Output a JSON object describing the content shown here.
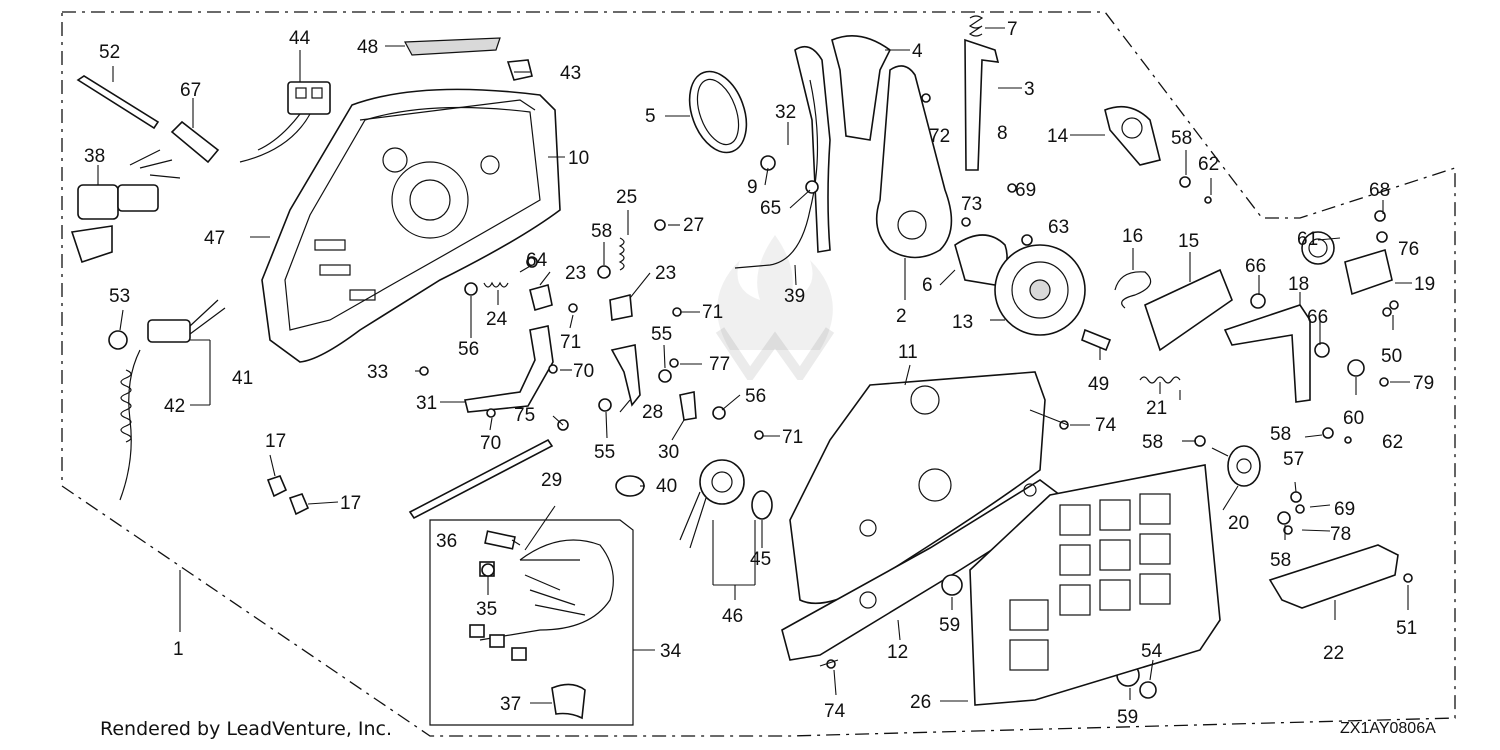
{
  "footer": {
    "rendered_by": "Rendered by LeadVenture, Inc.",
    "diagram_code": "ZX1AY0806A"
  },
  "callouts": [
    {
      "label": "1"
    },
    {
      "label": "2"
    },
    {
      "label": "3"
    },
    {
      "label": "4"
    },
    {
      "label": "5"
    },
    {
      "label": "6"
    },
    {
      "label": "7"
    },
    {
      "label": "8"
    },
    {
      "label": "9"
    },
    {
      "label": "10"
    },
    {
      "label": "11"
    },
    {
      "label": "12"
    },
    {
      "label": "13"
    },
    {
      "label": "14"
    },
    {
      "label": "15"
    },
    {
      "label": "16"
    },
    {
      "label": "17"
    },
    {
      "label": "17"
    },
    {
      "label": "18"
    },
    {
      "label": "19"
    },
    {
      "label": "20"
    },
    {
      "label": "21"
    },
    {
      "label": "22"
    },
    {
      "label": "23"
    },
    {
      "label": "23"
    },
    {
      "label": "24"
    },
    {
      "label": "25"
    },
    {
      "label": "26"
    },
    {
      "label": "27"
    },
    {
      "label": "28"
    },
    {
      "label": "29"
    },
    {
      "label": "30"
    },
    {
      "label": "31"
    },
    {
      "label": "32"
    },
    {
      "label": "33"
    },
    {
      "label": "34"
    },
    {
      "label": "35"
    },
    {
      "label": "36"
    },
    {
      "label": "37"
    },
    {
      "label": "38"
    },
    {
      "label": "39"
    },
    {
      "label": "40"
    },
    {
      "label": "41"
    },
    {
      "label": "42"
    },
    {
      "label": "43"
    },
    {
      "label": "44"
    },
    {
      "label": "45"
    },
    {
      "label": "46"
    },
    {
      "label": "47"
    },
    {
      "label": "48"
    },
    {
      "label": "49"
    },
    {
      "label": "50"
    },
    {
      "label": "51"
    },
    {
      "label": "52"
    },
    {
      "label": "53"
    },
    {
      "label": "54"
    },
    {
      "label": "55"
    },
    {
      "label": "55"
    },
    {
      "label": "56"
    },
    {
      "label": "56"
    },
    {
      "label": "57"
    },
    {
      "label": "58"
    },
    {
      "label": "58"
    },
    {
      "label": "58"
    },
    {
      "label": "58"
    },
    {
      "label": "58"
    },
    {
      "label": "59"
    },
    {
      "label": "59"
    },
    {
      "label": "60"
    },
    {
      "label": "61"
    },
    {
      "label": "62"
    },
    {
      "label": "62"
    },
    {
      "label": "63"
    },
    {
      "label": "64"
    },
    {
      "label": "65"
    },
    {
      "label": "66"
    },
    {
      "label": "66"
    },
    {
      "label": "67"
    },
    {
      "label": "68"
    },
    {
      "label": "69"
    },
    {
      "label": "69"
    },
    {
      "label": "70"
    },
    {
      "label": "70"
    },
    {
      "label": "71"
    },
    {
      "label": "71"
    },
    {
      "label": "71"
    },
    {
      "label": "72"
    },
    {
      "label": "73"
    },
    {
      "label": "74"
    },
    {
      "label": "74"
    },
    {
      "label": "75"
    },
    {
      "label": "76"
    },
    {
      "label": "77"
    },
    {
      "label": "78"
    },
    {
      "label": "79"
    }
  ]
}
